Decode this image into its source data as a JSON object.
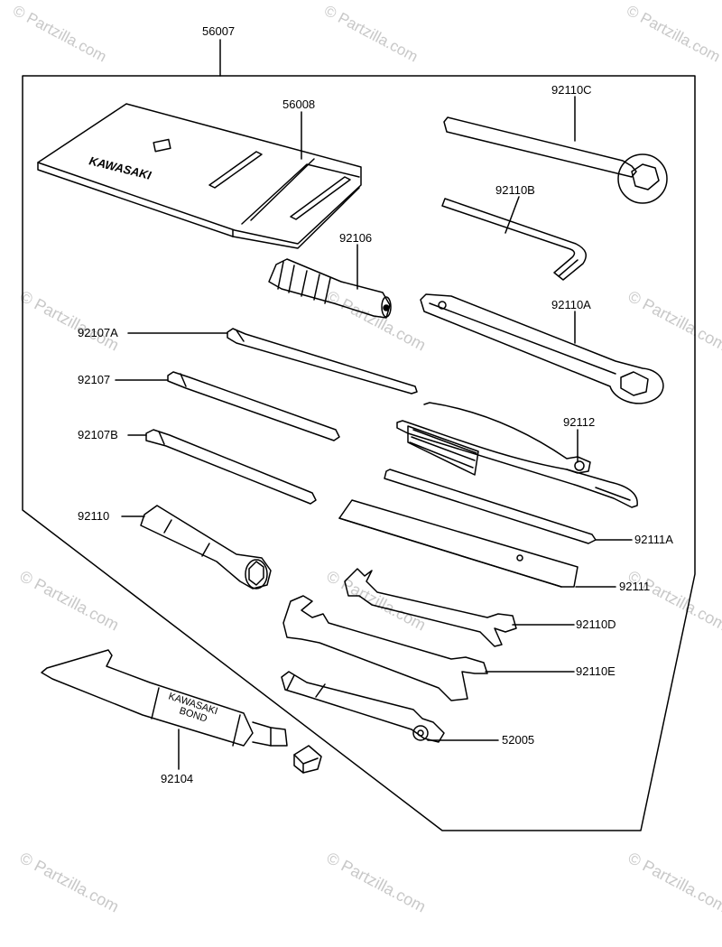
{
  "watermark": {
    "text": "© Partzilla.com"
  },
  "kit": {
    "part_number": "56007"
  },
  "parts": {
    "p56008": "56008",
    "p92110C": "92110C",
    "p92110B": "92110B",
    "p92106": "92106",
    "p92110A": "92110A",
    "p92107A": "92107A",
    "p92107": "92107",
    "p92112": "92112",
    "p92107B": "92107B",
    "p92110": "92110",
    "p92111A": "92111A",
    "p92111": "92111",
    "p92110D": "92110D",
    "p92110E": "92110E",
    "p52005": "52005",
    "p92104": "92104"
  },
  "printed_marks": {
    "pouch_brand": "KAWASAKI",
    "tube_text_1": "KAWASAKI",
    "tube_text_2": "BOND"
  },
  "colors": {
    "line": "#000000",
    "watermark": "#c8c8c8"
  }
}
